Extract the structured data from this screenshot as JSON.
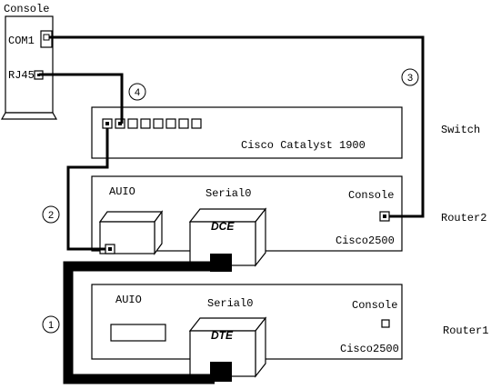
{
  "console": {
    "title": "Console",
    "com_label": "COM1",
    "rj_label": "RJ45"
  },
  "switch": {
    "name": "Cisco Catalyst 1900",
    "side_label": "Switch"
  },
  "router2": {
    "auio": "AUIO",
    "serial": "Serial0",
    "console": "Console",
    "model": "Cisco2500",
    "side_label": "Router2",
    "dce": "DCE"
  },
  "router1": {
    "auio": "AUIO",
    "serial": "Serial0",
    "console": "Console",
    "model": "Cisco2500",
    "side_label": "Router1",
    "dte": "DTE"
  },
  "cables": [
    "1",
    "2",
    "3",
    "4"
  ]
}
